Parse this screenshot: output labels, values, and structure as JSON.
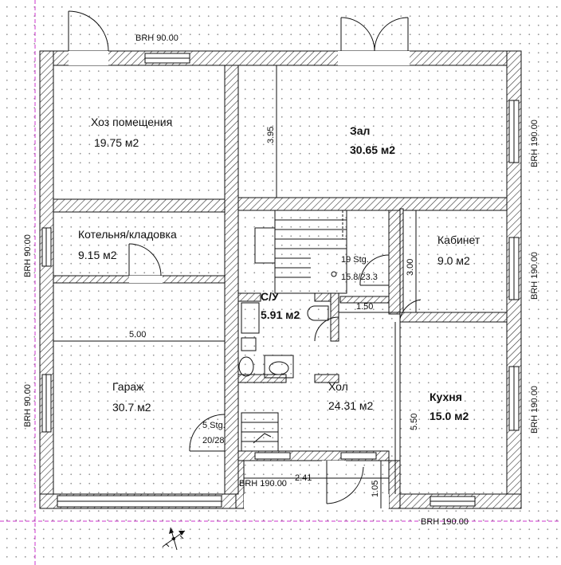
{
  "rooms": {
    "utility": {
      "name": "Хоз помещения",
      "area": "19.75 м2"
    },
    "boiler": {
      "name": "Котельня/кладовка",
      "area": "9.15 м2"
    },
    "garage": {
      "name": "Гараж",
      "area": "30.7 м2"
    },
    "hall_big": {
      "name": "Зал",
      "area": "30.65 м2"
    },
    "study": {
      "name": "Кабинет",
      "area": "9.0 м2"
    },
    "bath": {
      "name": "С/У",
      "area": "5.91 м2"
    },
    "hall": {
      "name": "Хол",
      "area": "24.31 м2"
    },
    "kitchen": {
      "name": "Кухня",
      "area": "15.0 м2"
    }
  },
  "windows": {
    "top_left": "BRH 90.00",
    "left_upper": "BRH 90.00",
    "left_lower": "BRH 90.00",
    "right_top": "BRH 190.00",
    "right_mid": "BRH 190.00",
    "right_bottom": "BRH 190.00",
    "bottom_mid": "BRH 190.00",
    "bottom_right": "BRH 190.00"
  },
  "dimensions": {
    "hall_depth": "3.95",
    "garage_width": "5.00",
    "study_depth": "3.00",
    "corridor": "1.50",
    "kitchen_depth": "5.50",
    "entrance_depth": "1.05",
    "entrance_width": "2.41"
  },
  "stairs": {
    "upper_steps": "19 Stg.",
    "upper_ratio": "15.8/23.3",
    "lower_steps": "5 Stg.",
    "lower_ratio": "20/28"
  },
  "colors": {
    "line": "#111111",
    "grid_dot": "#9a9a9a",
    "guide": "#cc33cc"
  },
  "icons": [
    "north-arrow-icon"
  ]
}
